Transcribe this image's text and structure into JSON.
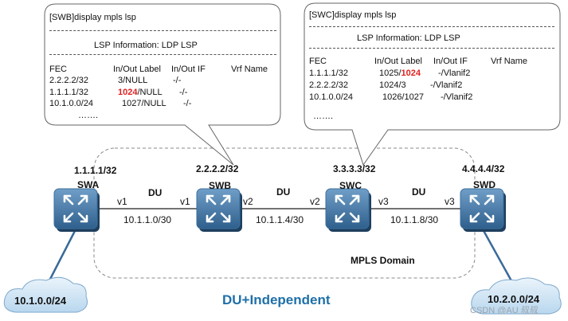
{
  "swb_table": {
    "command": "[SWB]display mpls lsp",
    "header": "LSP Information: LDP LSP",
    "columns": [
      "FEC",
      "In/Out Label",
      "In/Out IF",
      "Vrf Name"
    ],
    "rows": [
      {
        "fec": "2.2.2.2/32",
        "label_prefix": "3/NULL",
        "label_red": "",
        "label_suffix": "",
        "iface": "-/-"
      },
      {
        "fec": "1.1.1.1/32",
        "label_prefix": "",
        "label_red": "1024",
        "label_suffix": "/NULL",
        "iface": "-/-"
      },
      {
        "fec": "10.1.0.0/24",
        "label_prefix": "1027/NULL",
        "label_red": "",
        "label_suffix": "",
        "iface": "-/-"
      }
    ],
    "ellipsis": "……."
  },
  "swc_table": {
    "command": "[SWC]display mpls lsp",
    "header": "LSP Information: LDP LSP",
    "columns": [
      "FEC",
      "In/Out Label",
      "In/Out IF",
      "Vrf Name"
    ],
    "rows": [
      {
        "fec": "1.1.1.1/32",
        "label_prefix": "1025/",
        "label_red": "1024",
        "label_suffix": "",
        "iface": "-/Vlanif2"
      },
      {
        "fec": "2.2.2.2/32",
        "label_prefix": "1024/3",
        "label_red": "",
        "label_suffix": "",
        "iface": "-/Vlanif2"
      },
      {
        "fec": "10.1.0.0/24",
        "label_prefix": "1026/1027",
        "label_red": "",
        "label_suffix": "",
        "iface": "-/Vlanif2"
      }
    ],
    "ellipsis": "……."
  },
  "switches": [
    {
      "name": "SWA",
      "ip": "1.1.1.1/32"
    },
    {
      "name": "SWB",
      "ip": "2.2.2.2/32"
    },
    {
      "name": "SWC",
      "ip": "3.3.3.3/32"
    },
    {
      "name": "SWD",
      "ip": "4.4.4.4/32"
    }
  ],
  "links": [
    {
      "mode": "DU",
      "left_if": "v1",
      "right_if": "v1",
      "subnet": "10.1.1.0/30"
    },
    {
      "mode": "DU",
      "left_if": "v2",
      "right_if": "v2",
      "subnet": "10.1.1.4/30"
    },
    {
      "mode": "DU",
      "left_if": "v3",
      "right_if": "v3",
      "subnet": "10.1.1.8/30"
    }
  ],
  "clouds": [
    {
      "network": "10.1.0.0/24"
    },
    {
      "network": "10.2.0.0/24"
    }
  ],
  "domain_label": "MPLS Domain",
  "title": "DU+Independent",
  "watermark": "CSDN @AU 叔叔",
  "colors": {
    "switch_body": "#3d6f9c",
    "highlight": "#e02020",
    "title": "#1f6fa8",
    "cloud": "#cde3f4"
  }
}
